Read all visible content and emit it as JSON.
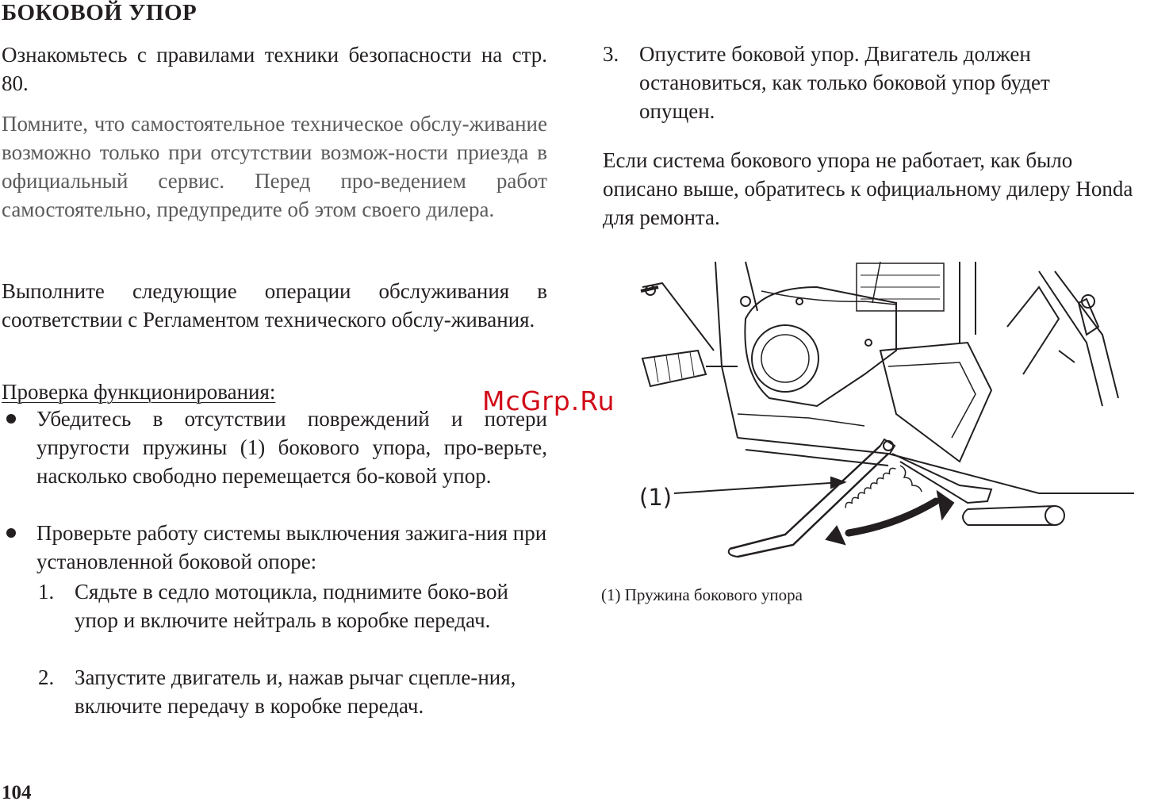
{
  "page": {
    "title": "БОКОВОЙ УПОР",
    "page_number": "104",
    "watermark": "McGrp.Ru"
  },
  "left_column": {
    "safety_note": "Ознакомьтесь с правилами техники безопасности на стр. 80.",
    "reminder": "Помните, что самостоятельное техническое обслу-живание возможно только при отсутствии возмож-ности приезда в официальный сервис. Перед про-ведением работ самостоятельно, предупредите об этом своего дилера.",
    "instruction": "Выполните следующие операции обслуживания в соответствии с Регламентом технического обслу-живания.",
    "check_heading": "Проверка функционирования:",
    "bullets": [
      "Убедитесь в отсутствии повреждений и потери упругости пружины (1) бокового упора, про-верьте, насколько свободно перемещается бо-ковой упор.",
      "Проверьте работу системы выключения зажига-ния при установленной боковой опоре:"
    ],
    "steps": [
      {
        "num": "1.",
        "text": "Сядьте в седло мотоцикла, поднимите боко-вой упор и включите нейтраль в коробке передач."
      },
      {
        "num": "2.",
        "text": "Запустите двигатель и, нажав рычаг сцепле-ния, включите передачу в коробке передач."
      }
    ]
  },
  "right_column": {
    "step3": {
      "num": "3.",
      "text": "Опустите боковой упор. Двигатель должен остановиться, как только боковой упор будет опущен."
    },
    "note": "Если система бокового упора не работает, как было описано выше, обратитесь к официальному дилеру Honda для ремонта.",
    "figure_label": "(1)",
    "caption": "(1)  Пружина бокового упора"
  }
}
